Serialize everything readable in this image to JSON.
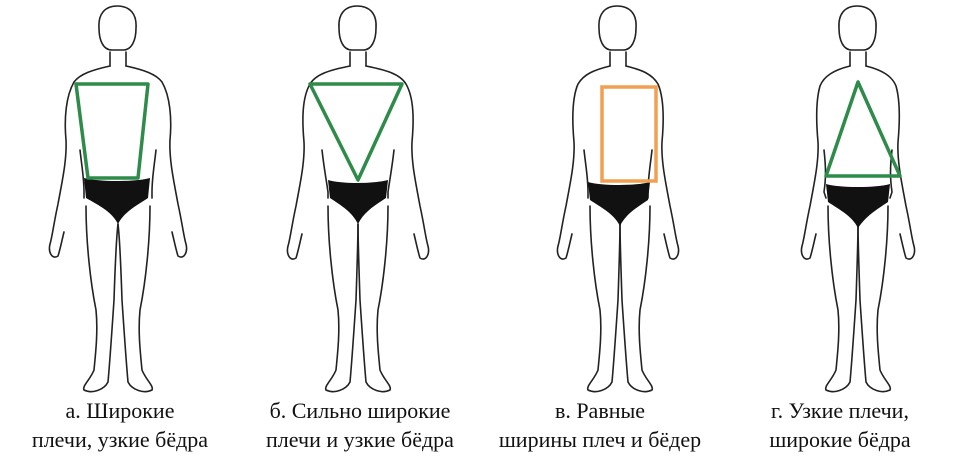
{
  "figures": [
    {
      "caption_line1": "а. Широкие",
      "caption_line2": "плечи, узкие бёдра",
      "shape": "trapezoid",
      "color": "#2e8b4a"
    },
    {
      "caption_line1": "б. Сильно широкие",
      "caption_line2": "плечи и узкие бёдра",
      "shape": "inverted-triangle",
      "color": "#2e8b4a"
    },
    {
      "caption_line1": "в. Равные",
      "caption_line2": "ширины плеч и бёдер",
      "shape": "rectangle",
      "color": "#f0a050"
    },
    {
      "caption_line1": "г. Узкие плечи,",
      "caption_line2": "широкие бёдра",
      "shape": "triangle",
      "color": "#2e8b4a"
    }
  ],
  "colors": {
    "outline": "#222222",
    "underwear": "#111111"
  }
}
